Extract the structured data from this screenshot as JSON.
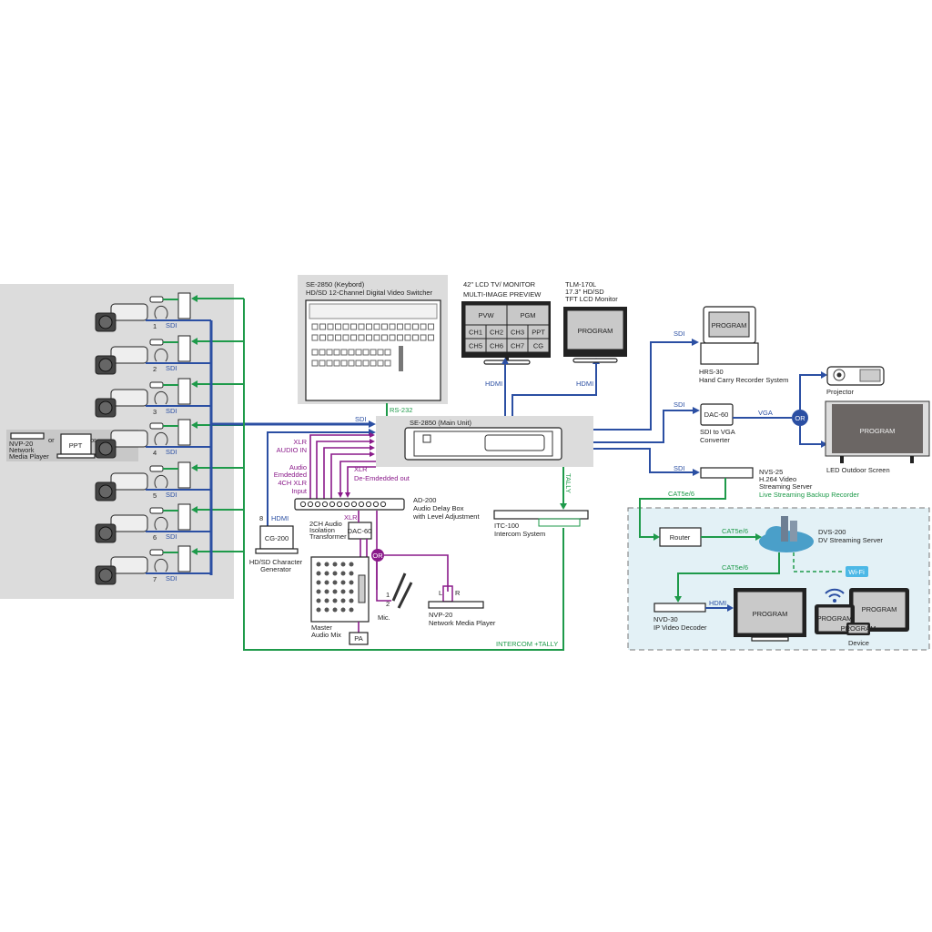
{
  "colors": {
    "video": "#2b4fa3",
    "control": "#1e9a4a",
    "audio": "#8a1a8a",
    "panel": "#dcdcdc",
    "network_zone": "#e3f1f6"
  },
  "cameras": {
    "numbers": [
      "1",
      "2",
      "3",
      "4",
      "5",
      "6",
      "7"
    ],
    "signal": "SDI"
  },
  "alt_source": {
    "nvp20": "NVP-20",
    "nvp20_desc1": "Network",
    "nvp20_desc2": "Media Player",
    "or": "or",
    "ppt": "PPT"
  },
  "keyboard": {
    "line1": "SE-2850 (Keybord)",
    "line2": "HD/SD 12-Channel Digital Video Switcher",
    "link": "RS-232"
  },
  "main_unit": {
    "title": "SE-2850 (Main Unit)",
    "sdi": "SDI",
    "tally": "TALLY"
  },
  "preview_monitor": {
    "line1": "42\" LCD TV/ MONITOR",
    "line2": "MULTI-IMAGE PREVIEW",
    "cells": [
      "PVW",
      "PGM",
      "CH1",
      "CH2",
      "CH3",
      "PPT",
      "CH5",
      "CH6",
      "CH7",
      "CG"
    ],
    "link": "HDMI"
  },
  "tft_monitor": {
    "line1": "TLM-170L",
    "line2": "17.3\" HD/SD",
    "line3": "TFT LCD Monitor",
    "screen": "PROGRAM",
    "link": "HDMI"
  },
  "audio": {
    "xlr": "XLR",
    "audio_in": "AUDIO IN",
    "emb1": "Audio",
    "emb2": "Emdedded",
    "emb3": "4CH XLR",
    "emb4": "Input",
    "deemb1": "XLR",
    "deemb2": "De-Emdedded out",
    "ad200_1": "AD-200",
    "ad200_2": "Audio Delay Box",
    "ad200_3": "with Level Adjustment",
    "iso1": "2CH Audio",
    "iso2": "Isolation",
    "iso3": "Transformer",
    "xlr2": "XLR",
    "dac": "DAC-60",
    "or": "OR",
    "mixer1": "Master",
    "mixer2": "Audio Mix",
    "pa": "PA",
    "mic": "Mic.",
    "mic1": "1",
    "mic2": "2",
    "l": "L",
    "r": "R",
    "nvp1": "NVP-20",
    "nvp2": "Network Media Player"
  },
  "cg": {
    "number": "8",
    "link": "HDMI",
    "screen": "CG-200",
    "label1": "HD/SD Character",
    "label2": "Generator"
  },
  "intercom": {
    "label1": "ITC-100",
    "label2": "Intercom System",
    "bus": "INTERCOM +TALLY"
  },
  "outputs": {
    "hrs": {
      "link": "SDI",
      "screen": "PROGRAM",
      "label1": "HRS-30",
      "label2": "Hand Carry Recorder System"
    },
    "dac": {
      "link": "SDI",
      "box": "DAC-60",
      "label1": "SDI to VGA",
      "label2": "Converter",
      "vga": "VGA",
      "or": "OR"
    },
    "projector": "Projector",
    "led": {
      "screen": "PROGRAM",
      "label": "LED Outdoor Screen"
    },
    "nvs": {
      "link": "SDI",
      "label1": "NVS-25",
      "label2": "H.264 Video",
      "label3": "Streaming Server",
      "label4": "Live Streaming Backup Recorder"
    }
  },
  "network": {
    "cat1": "CAT5e/6",
    "router": "Router",
    "cat2": "CAT5e/6",
    "dvs1": "DVS-200",
    "dvs2": "DV Streaming Server",
    "wifi": "Wi-Fi",
    "cat3": "CAT5e/6",
    "nvd1": "NVD-30",
    "nvd2": "IP Video Decoder",
    "hdmi": "HDMI",
    "tv": "PROGRAM",
    "dev_big": "PROGRAM",
    "dev_tab": "PROGRAM",
    "dev_phone": "PROGRAM",
    "device": "Device"
  }
}
